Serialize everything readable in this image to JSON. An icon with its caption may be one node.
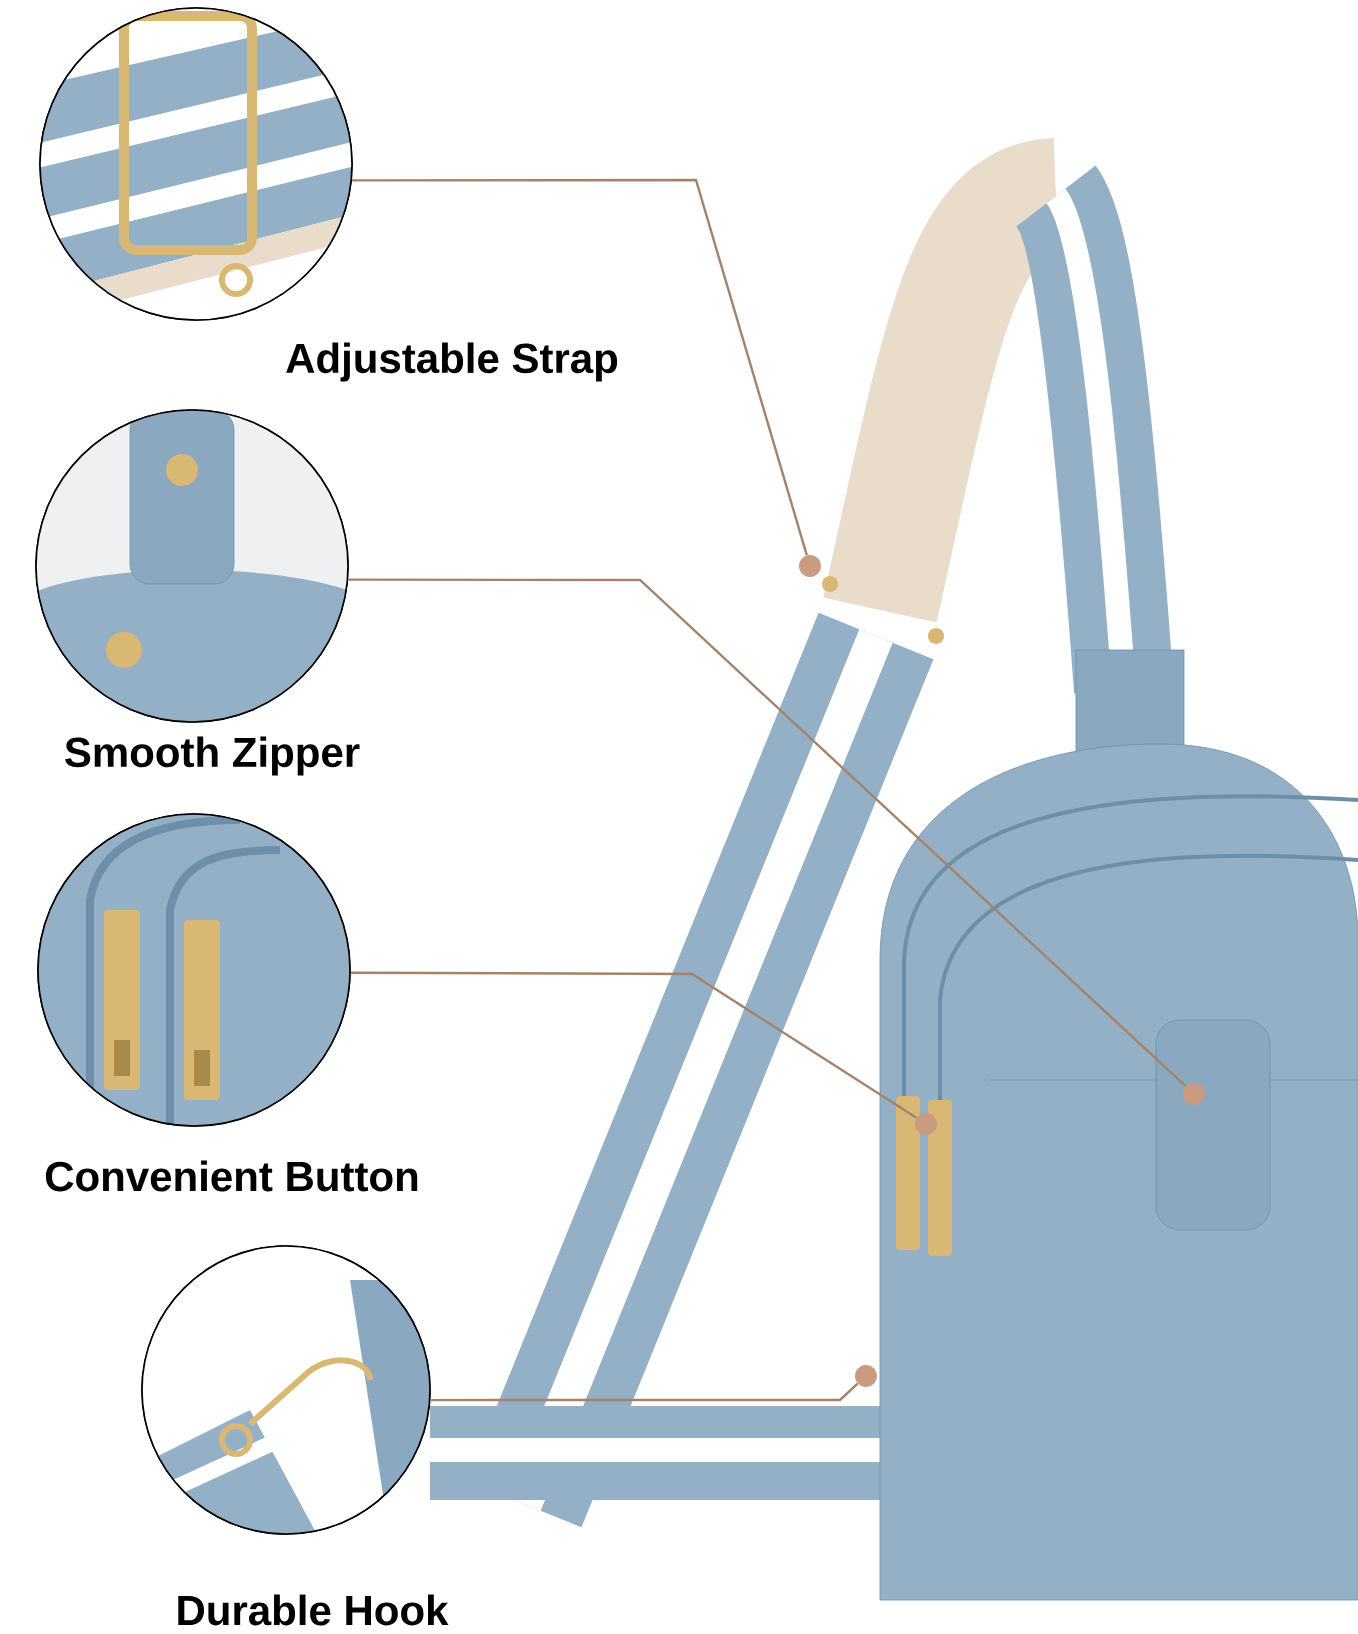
{
  "diagram": {
    "nodes": [
      {
        "text": [
          "Adjustable Strap"
        ]
      },
      {
        "text": [
          "Smooth Zipper"
        ]
      },
      {
        "text": [
          "Convenient Button"
        ]
      },
      {
        "text": [
          "Durable Hook"
        ]
      },
      {
        "text": [],
        "shape": "circle"
      },
      {
        "text": [],
        "shape": "circle"
      },
      {
        "text": [],
        "shape": "circle"
      },
      {
        "text": [],
        "shape": "circle"
      }
    ],
    "edges": [
      {
        "from": 0,
        "to": 4,
        "arrow": "none"
      },
      {
        "from": 1,
        "to": 5,
        "arrow": "none"
      },
      {
        "from": 2,
        "to": 6,
        "arrow": "none"
      },
      {
        "from": 3,
        "to": 7,
        "arrow": "none"
      }
    ]
  }
}
